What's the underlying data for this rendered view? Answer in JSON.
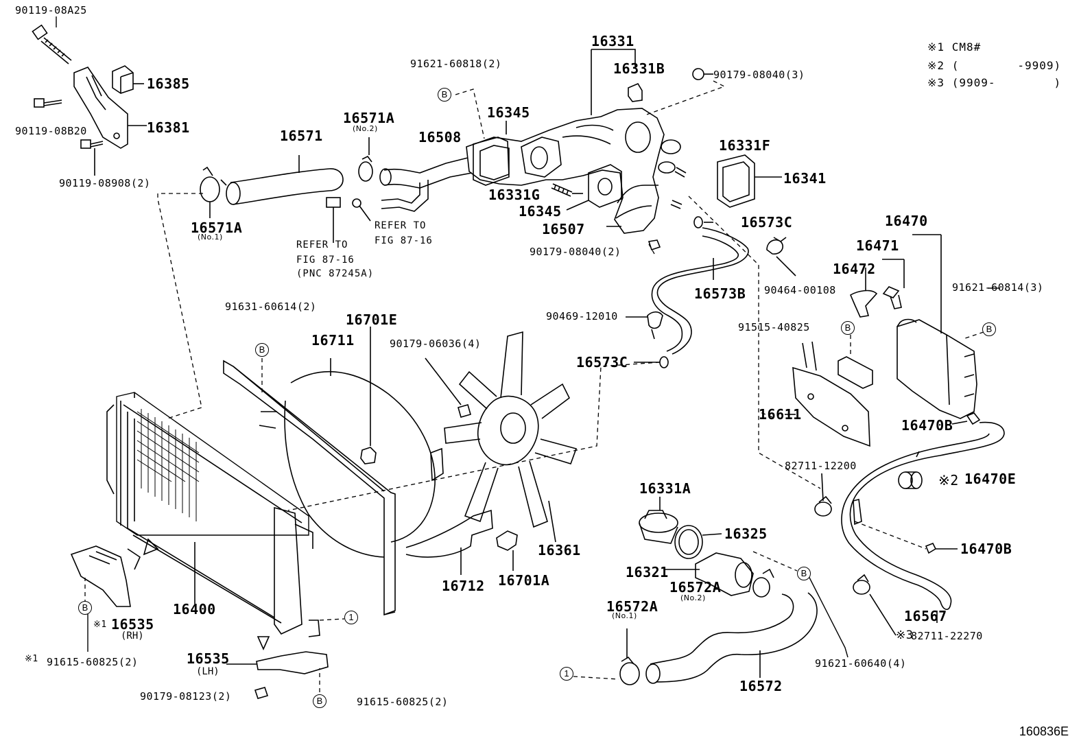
{
  "legend": {
    "items": [
      {
        "mark": "※1",
        "text": "CM8#"
      },
      {
        "mark": "※2",
        "text": "(        -9909)"
      },
      {
        "mark": "※3",
        "text": "(9909-        )"
      }
    ]
  },
  "labels": {
    "p90119_08A25": "90119-08A25",
    "p16385": "16385",
    "p16381": "16381",
    "p90119_08B20": "90119-08B20",
    "p90119_08908": "90119-08908(2)",
    "p16571": "16571",
    "p16571A_top": "16571A",
    "p16571A_top_sub": "(No.2)",
    "p16571A_left": "16571A",
    "p16571A_left_sub": "(No.1)",
    "p16508": "16508",
    "p91621_60818": "91621-60818(2)",
    "p16345_top": "16345",
    "p16331": "16331",
    "p16331B": "16331B",
    "p90179_08040_3": "90179-08040(3)",
    "p16331F": "16331F",
    "p16341": "16341",
    "p16331G": "16331G",
    "p16345_mid": "16345",
    "p16507": "16507",
    "p16573C_top": "16573C",
    "p90179_08040_2": "90179-08040(2)",
    "p16573B": "16573B",
    "p90464_00108": "90464-00108",
    "ref1_a": "REFER TO",
    "ref1_b": "FIG 87-16",
    "ref2_a": "REFER TO",
    "ref2_b": "FIG 87-16",
    "ref2_c": "(PNC 87245A)",
    "p16470": "16470",
    "p16471": "16471",
    "p16472": "16472",
    "p91621_60814": "91621-60814(3)",
    "p91515_40825": "91515-40825",
    "p90469_12010": "90469-12010",
    "p91631_60614": "91631-60614(2)",
    "p16701E": "16701E",
    "p16711": "16711",
    "p90179_06036": "90179-06036(4)",
    "p16573C_mid": "16573C",
    "p16611": "16611",
    "p16470B_top": "16470B",
    "p82711_12200": "82711-12200",
    "p16470E": "16470E",
    "p16470E_mark": "※2",
    "p16331A": "16331A",
    "p16325": "16325",
    "p16470B_mid": "16470B",
    "p16361": "16361",
    "p16321": "16321",
    "p16572A_mid": "16572A",
    "p16572A_mid_sub": "(No.2)",
    "p16712": "16712",
    "p16701A": "16701A",
    "p16567": "16567",
    "p16400": "16400",
    "p16535_rh": "16535",
    "p16535_rh_sub": "(RH)",
    "p16535_rh_mark": "※1",
    "p91615_60825_left_mark": "※1",
    "p91615_60825_left": "91615-60825(2)",
    "p16572A_low": "16572A",
    "p16572A_low_sub": "(No.1)",
    "p82711_22270_mark": "※3",
    "p82711_22270": "82711-22270",
    "p91621_60640": "91621-60640(4)",
    "p16535_lh": "16535",
    "p16535_lh_sub": "(LH)",
    "p90179_08123": "90179-08123(2)",
    "p91615_60825_right": "91615-60825(2)",
    "p16572": "16572",
    "figure_code": "160836E"
  },
  "markers": {
    "b": "B",
    "one": "1"
  }
}
